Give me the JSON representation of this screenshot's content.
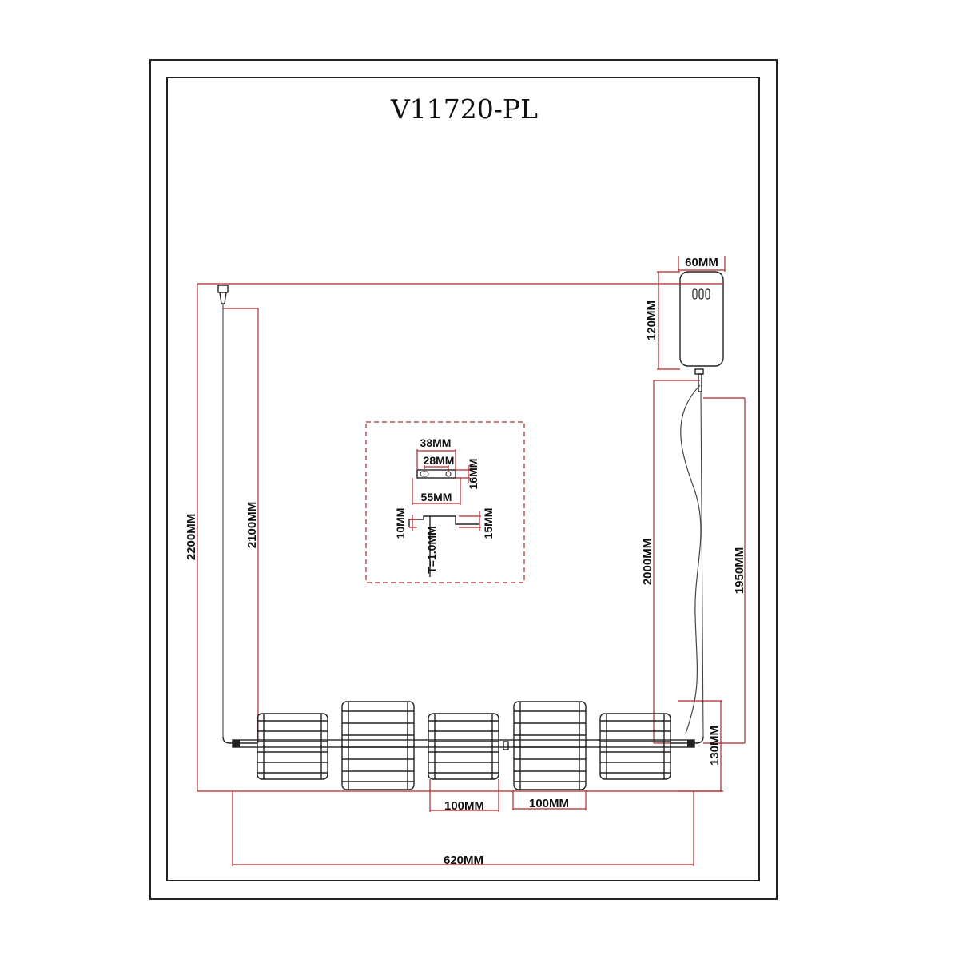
{
  "drawing": {
    "model": "V11720-PL",
    "dimensions": {
      "canopy_width": "60MM",
      "canopy_height": "120MM",
      "overall_height": "2200MM",
      "cable_length": "2100MM",
      "cord_length_a": "2000MM",
      "cord_length_b": "1950MM",
      "body_height": "130MM",
      "shade_width_a": "100MM",
      "shade_width_b": "100MM",
      "overall_width": "620MM"
    },
    "bracket_detail": {
      "hole_spacing": "38MM",
      "slot_spacing": "28MM",
      "bracket_height": "16MM",
      "bracket_length": "55MM",
      "left_leg": "10MM",
      "right_leg": "15MM",
      "thickness": "T=1.0MM"
    }
  }
}
